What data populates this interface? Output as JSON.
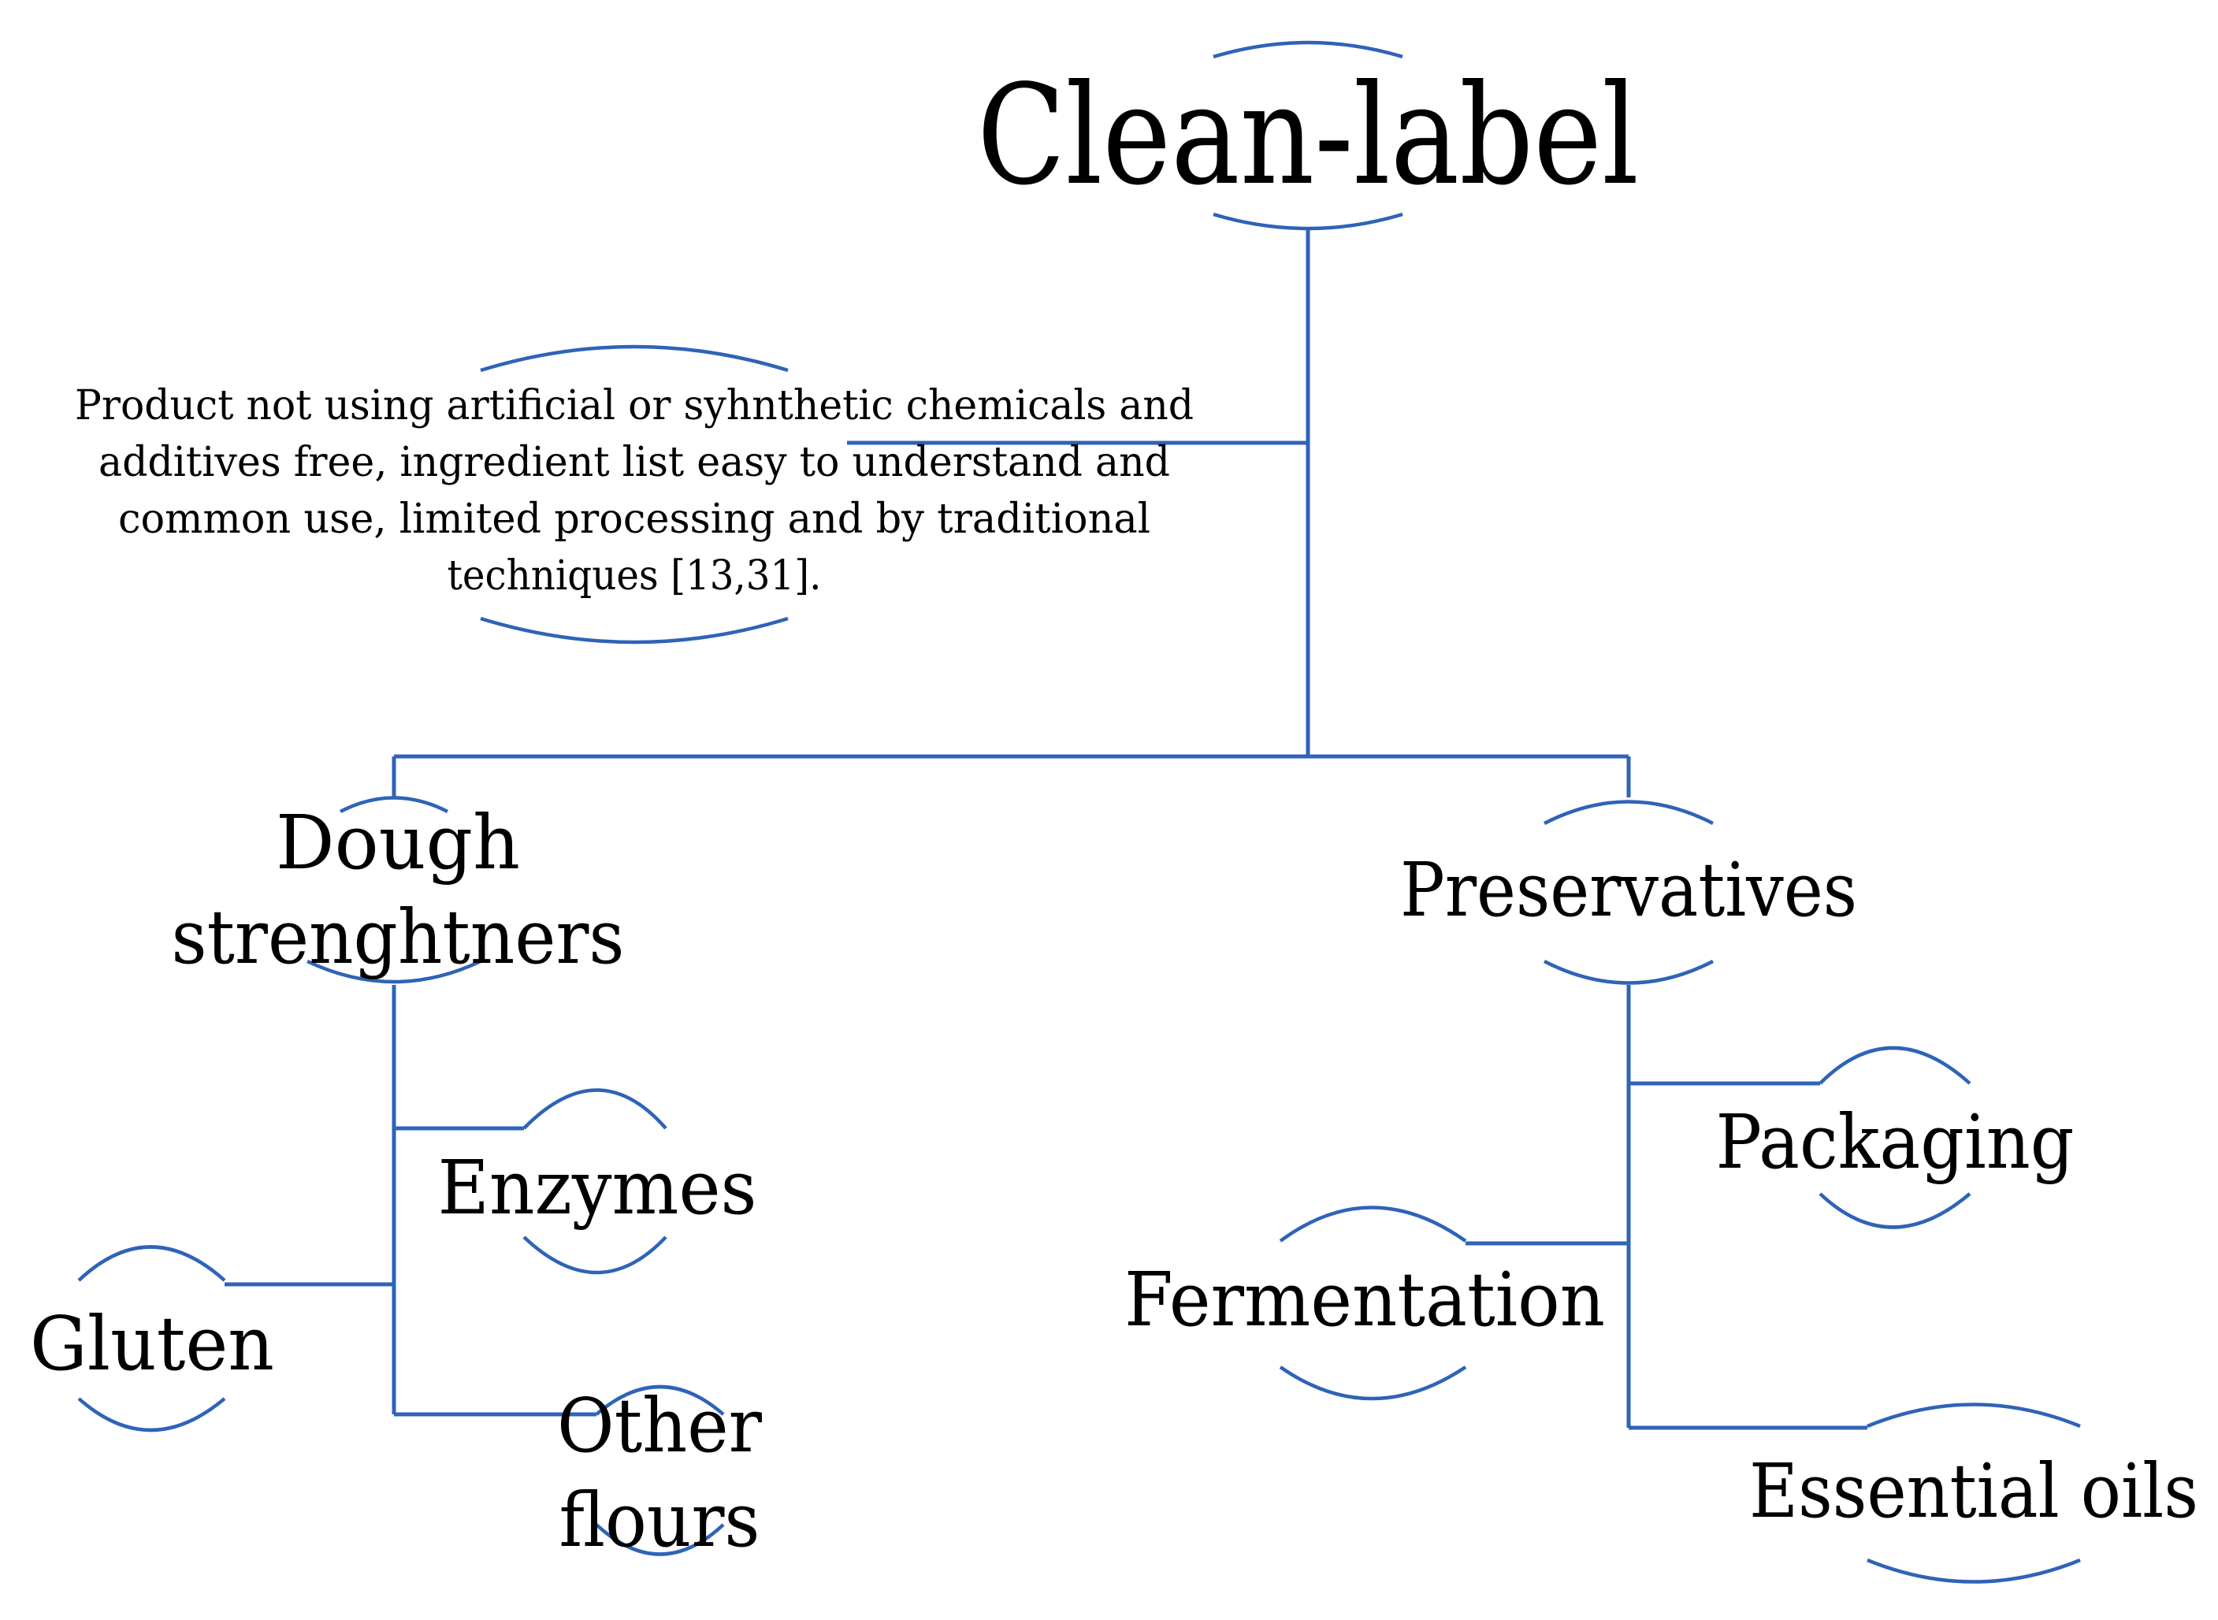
{
  "colors": {
    "connector": "#2e63b8",
    "text": "#000000",
    "background": "#ffffff"
  },
  "root": {
    "label": "Clean-label"
  },
  "definition": {
    "lines": [
      "Product not using artificial or syhnthetic chemicals and",
      "additives free, ingredient list easy to understand and",
      "common use, limited processing and by traditional",
      "techniques [13,31]."
    ]
  },
  "branches": {
    "dough": {
      "label_lines": [
        "Dough",
        "strenghtners"
      ],
      "children": {
        "enzymes": "Enzymes",
        "gluten": "Gluten",
        "other_lines": [
          "Other",
          "flours"
        ]
      }
    },
    "preservatives": {
      "label": "Preservatives",
      "children": {
        "packaging": "Packaging",
        "fermentation": "Fermentation",
        "essential_oils": "Essential oils"
      }
    }
  }
}
